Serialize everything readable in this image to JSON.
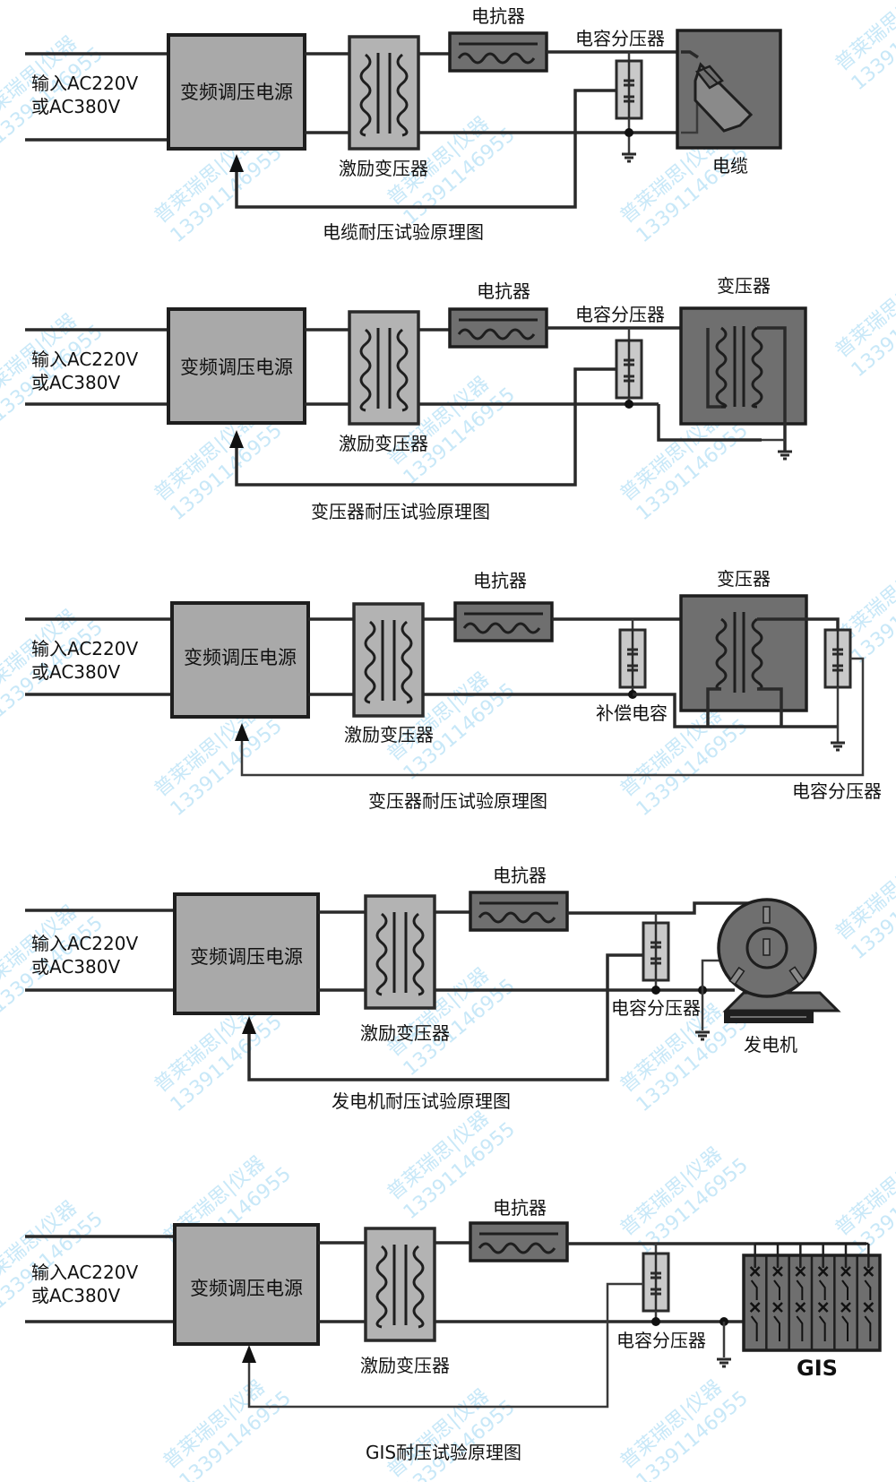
{
  "watermark": {
    "line1": "普莱瑞思|仪器",
    "line2": "13391146955",
    "color": "#bfe4f7"
  },
  "colors": {
    "wire": "#2a2a2a",
    "power_box": "#a9a9a9",
    "equipment_dark": "#6f6f6f",
    "divider_fill": "#c9c9c9"
  },
  "diagrams": [
    {
      "id": "cable",
      "input_line1": "输入AC220V",
      "input_line2": "或AC380V",
      "power_supply": "变频调压电源",
      "exciter": "激励变压器",
      "reactor": "电抗器",
      "divider": "电容分压器",
      "device": "电缆",
      "caption": "电缆耐压试验原理图"
    },
    {
      "id": "transformer-1",
      "input_line1": "输入AC220V",
      "input_line2": "或AC380V",
      "power_supply": "变频调压电源",
      "exciter": "激励变压器",
      "reactor": "电抗器",
      "divider": "电容分压器",
      "device": "变压器",
      "caption": "变压器耐压试验原理图"
    },
    {
      "id": "transformer-2",
      "input_line1": "输入AC220V",
      "input_line2": "或AC380V",
      "power_supply": "变频调压电源",
      "exciter": "激励变压器",
      "reactor": "电抗器",
      "compensator": "补偿电容",
      "divider": "电容分压器",
      "device": "变压器",
      "caption": "变压器耐压试验原理图"
    },
    {
      "id": "generator",
      "input_line1": "输入AC220V",
      "input_line2": "或AC380V",
      "power_supply": "变频调压电源",
      "exciter": "激励变压器",
      "reactor": "电抗器",
      "divider": "电容分压器",
      "device": "发电机",
      "caption": "发电机耐压试验原理图"
    },
    {
      "id": "gis",
      "input_line1": "输入AC220V",
      "input_line2": "或AC380V",
      "power_supply": "变频调压电源",
      "exciter": "激励变压器",
      "reactor": "电抗器",
      "divider": "电容分压器",
      "device": "GIS",
      "caption": "GIS耐压试验原理图"
    }
  ]
}
